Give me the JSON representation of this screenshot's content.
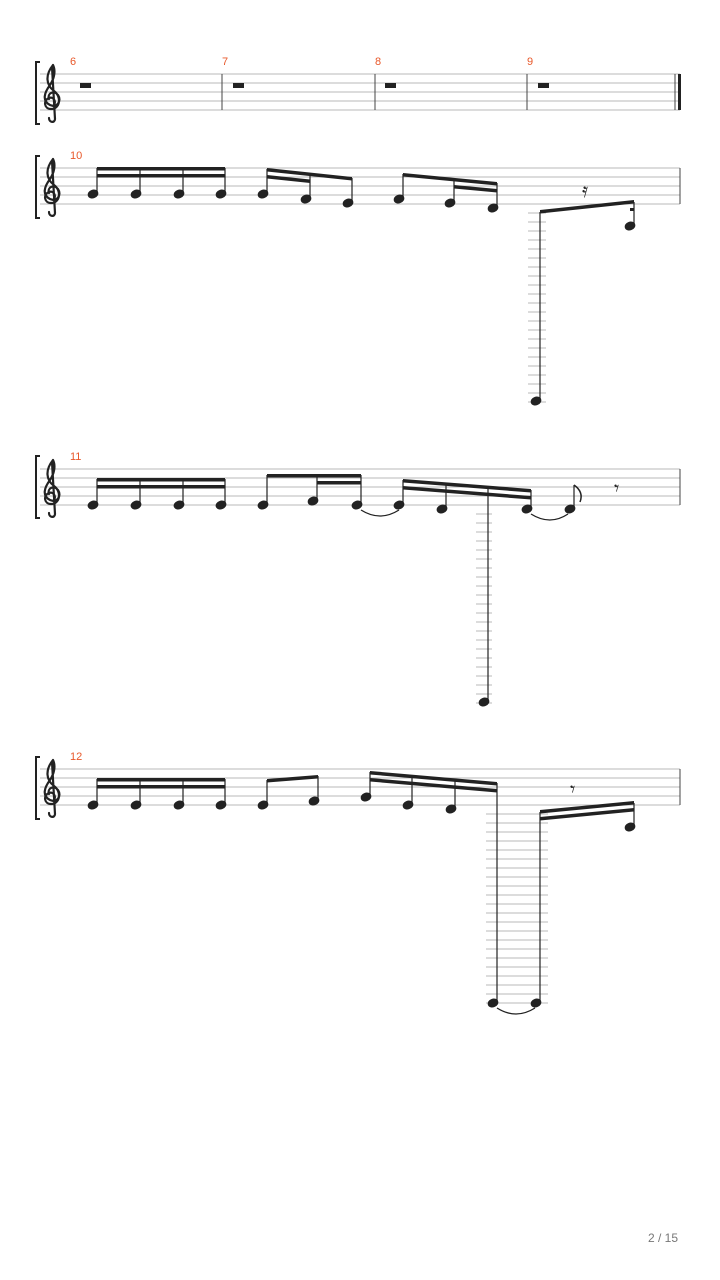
{
  "document": {
    "type": "sheet-music",
    "clef": "treble",
    "page_indicator": "2 / 15",
    "accent_color": "#e8582a"
  },
  "systems": [
    {
      "id": "system-1",
      "measures": [
        {
          "number": "6",
          "content": "whole-rest"
        },
        {
          "number": "7",
          "content": "whole-rest"
        },
        {
          "number": "8",
          "content": "whole-rest"
        },
        {
          "number": "9",
          "content": "whole-rest"
        }
      ],
      "ending": "final-barline"
    },
    {
      "id": "system-2",
      "measures": [
        {
          "number": "10",
          "content": "sixteenth and eighth note runs with eighth rest"
        }
      ]
    },
    {
      "id": "system-3",
      "measures": [
        {
          "number": "11",
          "content": "sixteenth and eighth note runs with ties and eighth rest"
        }
      ]
    },
    {
      "id": "system-4",
      "measures": [
        {
          "number": "12",
          "content": "sixteenth and eighth note runs with tie and eighth rest"
        }
      ]
    }
  ]
}
